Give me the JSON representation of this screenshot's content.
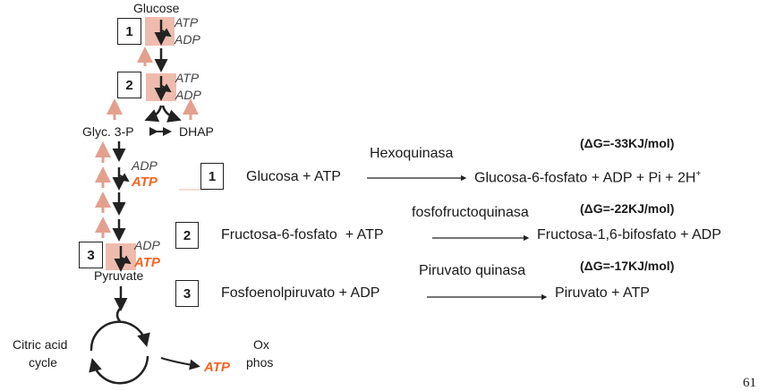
{
  "pathway": {
    "glucose": "Glucose",
    "step_numbers": [
      "1",
      "2",
      "3"
    ],
    "atp": "ATP",
    "adp": "ADP",
    "glyc3p": "Glyc. 3-P",
    "dhap": "DHAP",
    "pyruvate": "Pyruvate",
    "citric_acid": "Citric acid",
    "cycle": "cycle",
    "ox": "Ox",
    "phos": "phos"
  },
  "reactions": [
    {
      "number": "1",
      "reactants": "Glucosa + ATP",
      "enzyme": "Hexoquinasa",
      "products": "Glucosa-6-fosfato + ADP + Pi + 2H",
      "products_sup": "+",
      "delta_g": "(ΔG=-33KJ/mol)"
    },
    {
      "number": "2",
      "reactants": "Fructosa-6-fosfato  + ATP",
      "enzyme": "fosfofructoquinasa",
      "products": "Fructosa-1,6-bifosfato + ADP",
      "delta_g": "(ΔG=-22KJ/mol)"
    },
    {
      "number": "3",
      "reactants": "Fosfoenolpiruvato + ADP",
      "enzyme": "Piruvato quinasa",
      "products": "Piruvato + ATP",
      "delta_g": "(ΔG=-17KJ/mol)"
    }
  ],
  "page_number": "61",
  "colors": {
    "pink": "#eebcae",
    "orange": "#f26522",
    "pink_arrow": "#e3a08e"
  }
}
